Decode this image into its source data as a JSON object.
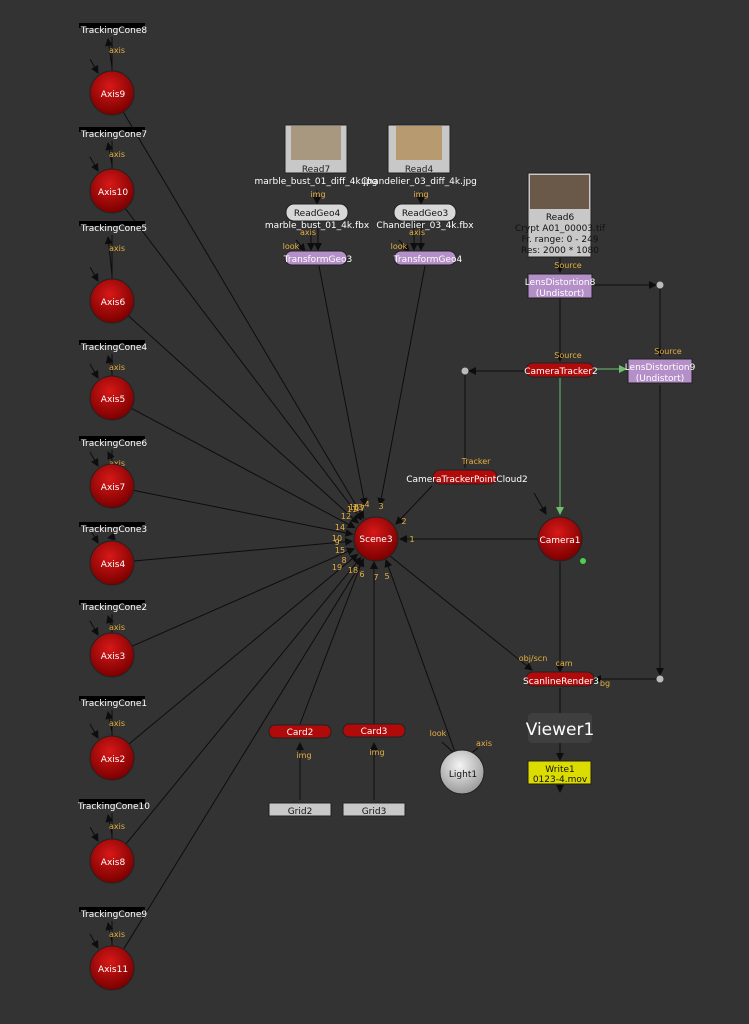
{
  "tracking_cones": [
    {
      "cone": "TrackingCone8",
      "axis": "Axis9",
      "port": "axis"
    },
    {
      "cone": "TrackingCone7",
      "axis": "Axis10",
      "port": "axis"
    },
    {
      "cone": "TrackingCone5",
      "axis": "Axis6",
      "port": "axis"
    },
    {
      "cone": "TrackingCone4",
      "axis": "Axis5",
      "port": "axis"
    },
    {
      "cone": "TrackingCone6",
      "axis": "Axis7",
      "port": "axis"
    },
    {
      "cone": "TrackingCone3",
      "axis": "Axis4",
      "port": ""
    },
    {
      "cone": "TrackingCone2",
      "axis": "Axis3",
      "port": "axis"
    },
    {
      "cone": "TrackingCone1",
      "axis": "Axis2",
      "port": "axis"
    },
    {
      "cone": "TrackingCone10",
      "axis": "Axis8",
      "port": "axis"
    },
    {
      "cone": "TrackingCone9",
      "axis": "Axis11",
      "port": "axis"
    }
  ],
  "reads": {
    "read7": {
      "name": "Read7",
      "file": "marble_bust_01_diff_4k.jpg"
    },
    "read4": {
      "name": "Read4",
      "file": "Chandelier_03_diff_4k.jpg"
    },
    "read6": {
      "name": "Read6",
      "file": "Crypt A01_00003.tif",
      "range": "Fr. range: 0 - 249",
      "res": "Res: 2000 * 1080"
    }
  },
  "readgeo4": {
    "name": "ReadGeo4",
    "file": "marble_bust_01_4k.fbx",
    "port": "img"
  },
  "readgeo3": {
    "name": "ReadGeo3",
    "file": "Chandelier_03_4k.fbx",
    "port": "img"
  },
  "transformgeo3": {
    "name": "TransformGeo3",
    "port_axis": "axis",
    "port_look": "look"
  },
  "transformgeo4": {
    "name": "TransformGeo4",
    "port_axis": "axis",
    "port_look": "look"
  },
  "lens8": {
    "name": "LensDistortion8",
    "sub": "(Undistort)",
    "port": "Source"
  },
  "lens9": {
    "name": "LensDistortion9",
    "sub": "(Undistort)",
    "port": "Source"
  },
  "camtracker": {
    "name": "CameraTracker2",
    "port": "Source"
  },
  "pointcloud": {
    "name": "CameraTrackerPointCloud2",
    "port": "Tracker"
  },
  "scene": {
    "name": "Scene3",
    "inputs": [
      "1",
      "2",
      "3",
      "4",
      "5",
      "6",
      "7",
      "8",
      "9",
      "10",
      "11",
      "12",
      "13",
      "14",
      "15",
      "16",
      "17",
      "18",
      "19"
    ]
  },
  "camera": {
    "name": "Camera1"
  },
  "scanline": {
    "name": "ScanlineRender3",
    "port_obj": "obj/scn",
    "port_cam": "cam",
    "port_bg": "bg"
  },
  "viewer": {
    "name": "Viewer1"
  },
  "write": {
    "name": "Write1",
    "file": "0123-4.mov"
  },
  "card2": {
    "name": "Card2",
    "port": "img"
  },
  "card3": {
    "name": "Card3",
    "port": "img"
  },
  "grid2": {
    "name": "Grid2"
  },
  "grid3": {
    "name": "Grid3"
  },
  "light": {
    "name": "Light1",
    "port_look": "look",
    "port_axis": "axis"
  },
  "colors": {
    "red": "#b00a0a",
    "purple": "#b48fc8",
    "gray": "#c8c8c8",
    "yellow": "#dcdc00",
    "bg": "#333333"
  }
}
